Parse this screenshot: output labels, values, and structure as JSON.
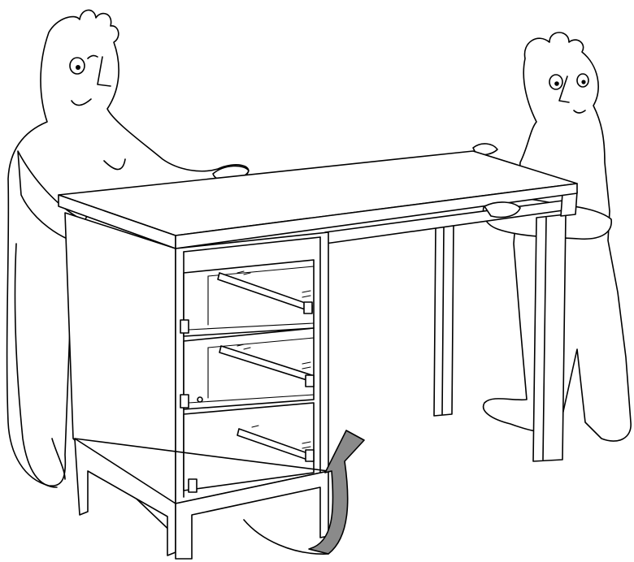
{
  "illustration": {
    "subject": "two-person-desk-lift",
    "people_count": 2,
    "drawers_count": 3,
    "colors": {
      "background": "#ffffff",
      "line": "#000000",
      "arrow_fill": "#8a8a8a"
    },
    "icons": [
      "person-left-icon",
      "person-right-icon",
      "desk-icon",
      "rotate-arrow-icon"
    ]
  }
}
